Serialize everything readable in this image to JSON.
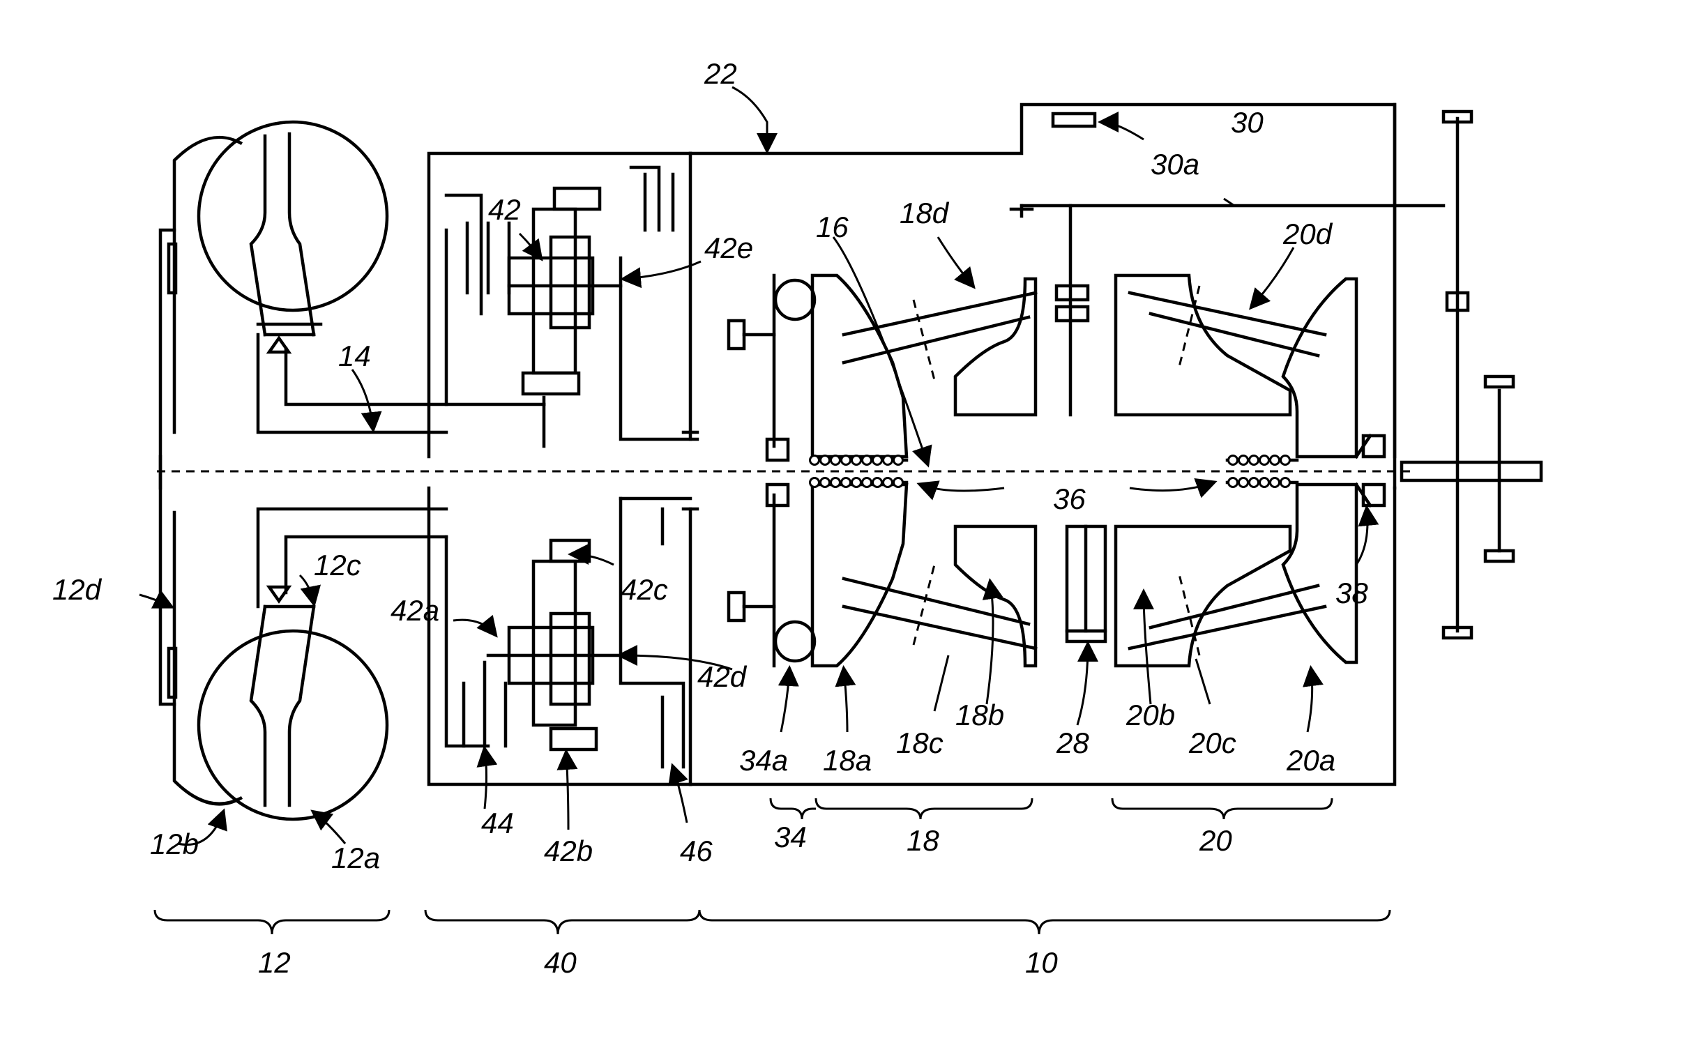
{
  "labels": {
    "l10": "10",
    "l12": "12",
    "l12a": "12a",
    "l12b": "12b",
    "l12c": "12c",
    "l12d": "12d",
    "l14": "14",
    "l16": "16",
    "l18": "18",
    "l18a": "18a",
    "l18b": "18b",
    "l18c": "18c",
    "l18d": "18d",
    "l20": "20",
    "l20a": "20a",
    "l20b": "20b",
    "l20c": "20c",
    "l20d": "20d",
    "l22": "22",
    "l28": "28",
    "l30": "30",
    "l30a": "30a",
    "l34": "34",
    "l34a": "34a",
    "l36": "36",
    "l38": "38",
    "l40": "40",
    "l42": "42",
    "l42a": "42a",
    "l42b": "42b",
    "l42c": "42c",
    "l42d": "42d",
    "l42e": "42e",
    "l44": "44",
    "l46": "46"
  }
}
